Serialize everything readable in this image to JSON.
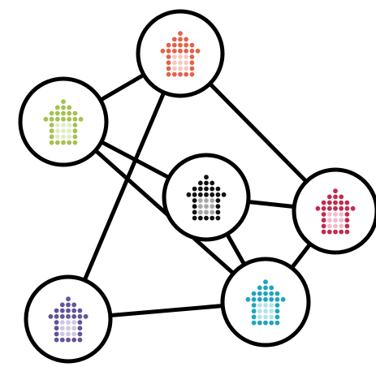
{
  "network": {
    "line_color": "#000000",
    "nodes": [
      {
        "id": "top",
        "icon": "house-dotted-icon",
        "color": "#e0654a",
        "light": "#f6c9bf"
      },
      {
        "id": "left",
        "icon": "house-dotted-icon",
        "color": "#a4c24e",
        "light": "#e0ecc4"
      },
      {
        "id": "center",
        "icon": "house-dotted-icon",
        "color": "#111111",
        "light": "#a8a8a8"
      },
      {
        "id": "right",
        "icon": "house-dotted-icon",
        "color": "#c42a4e",
        "light": "#f0bccb"
      },
      {
        "id": "bottom-right",
        "icon": "house-dotted-icon",
        "color": "#1ea5bf",
        "light": "#b6e2ea"
      },
      {
        "id": "bottom-left",
        "icon": "house-dotted-icon",
        "color": "#64529a",
        "light": "#cfc8e3"
      }
    ],
    "edges": [
      [
        "top",
        "left"
      ],
      [
        "top",
        "right"
      ],
      [
        "top",
        "bottom-left"
      ],
      [
        "left",
        "center"
      ],
      [
        "left",
        "bottom-right"
      ],
      [
        "center",
        "right"
      ],
      [
        "center",
        "bottom-right"
      ],
      [
        "right",
        "bottom-right"
      ],
      [
        "bottom-left",
        "bottom-right"
      ]
    ]
  }
}
